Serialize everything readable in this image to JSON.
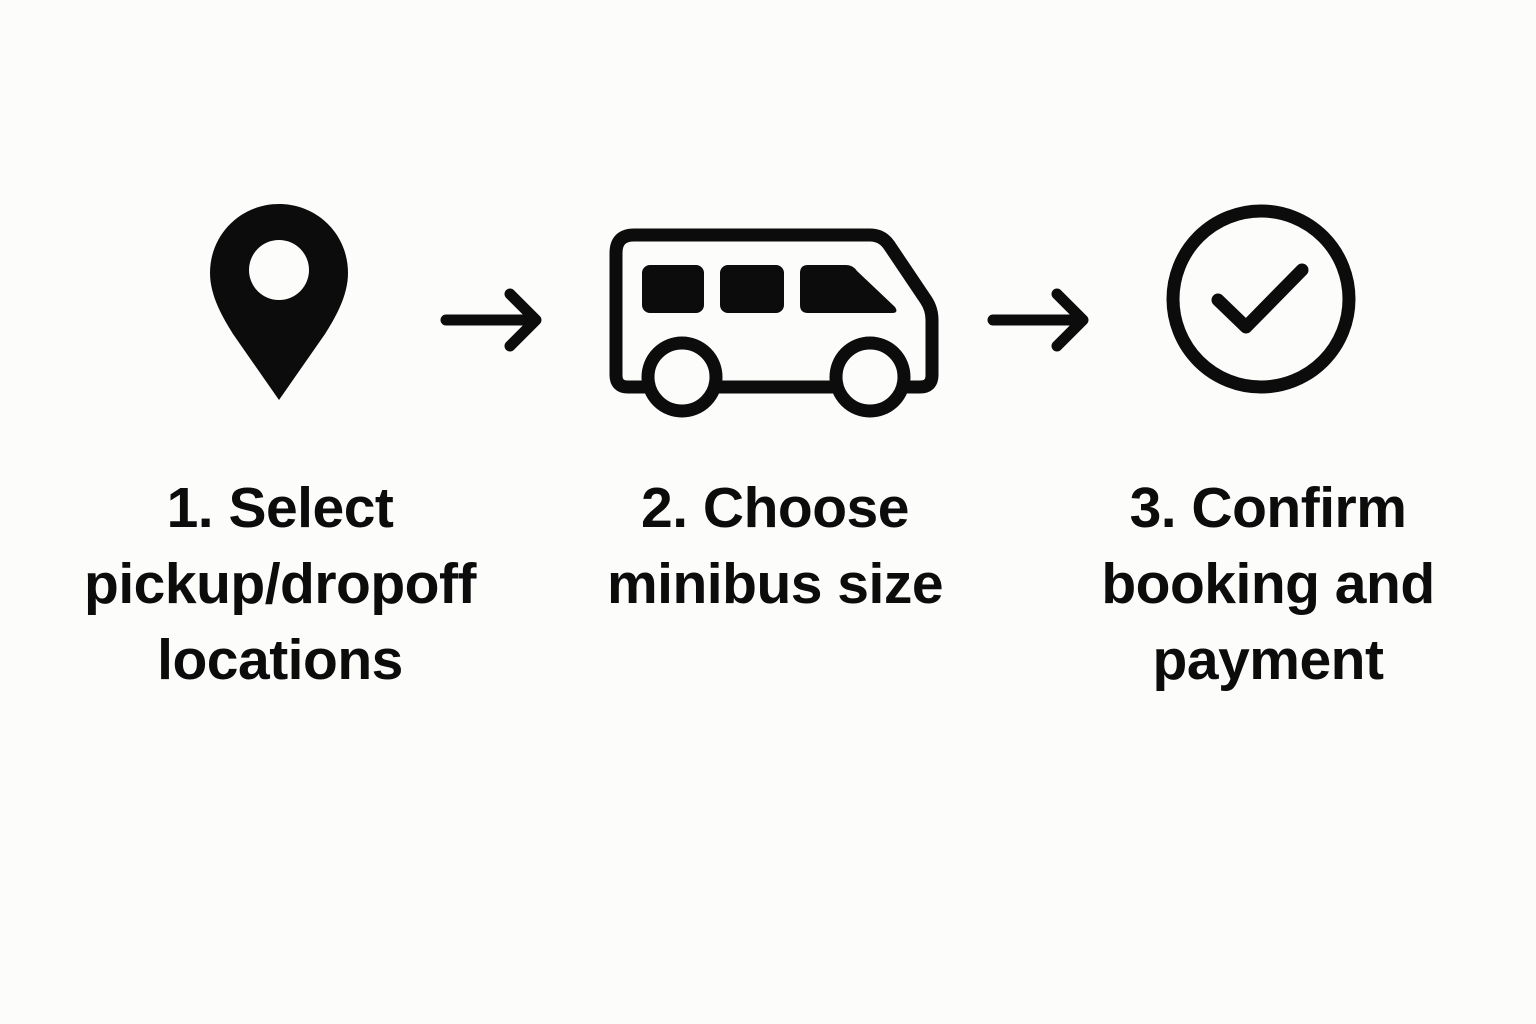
{
  "steps": [
    {
      "icon": "location-pin-icon",
      "lines": [
        "1. Select",
        "pickup/dropoff",
        "locations"
      ]
    },
    {
      "icon": "minibus-icon",
      "lines": [
        "2. Choose",
        "minibus size"
      ]
    },
    {
      "icon": "checkmark-circle-icon",
      "lines": [
        "3. Confirm",
        "booking and",
        "payment"
      ]
    }
  ],
  "connectors": [
    "arrow-right-icon",
    "arrow-right-icon"
  ],
  "colors": {
    "background": "#fcfcfb",
    "ink": "#0c0c0c"
  }
}
